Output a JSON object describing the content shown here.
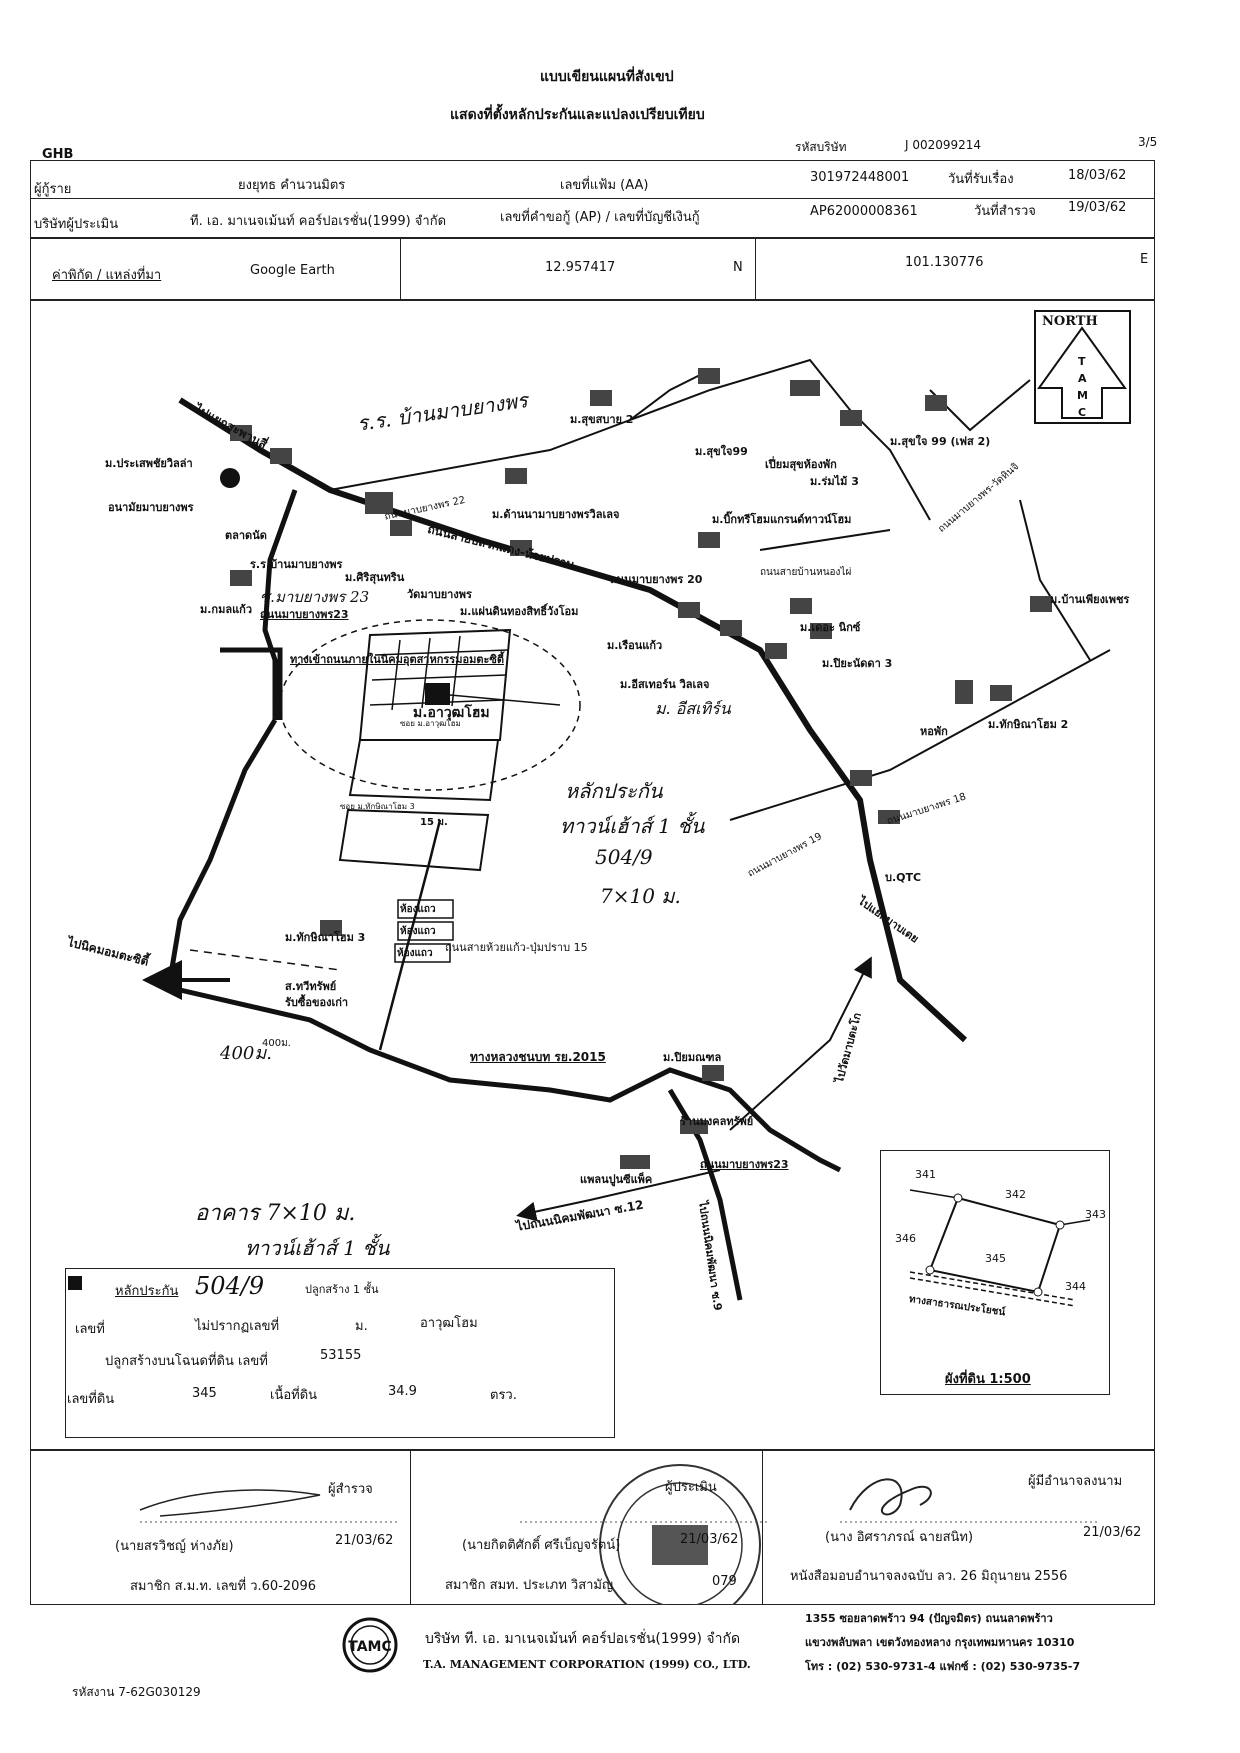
{
  "header": {
    "title": "แบบเขียนแผนที่สังเขป",
    "subtitle": "แสดงที่ตั้งหลักประกันและแปลงเปรียบเทียบ",
    "bank": "GHB",
    "company_code_label": "รหัสบริษัท",
    "company_code": "J 002099214",
    "page": "3/5"
  },
  "info": {
    "borrower_label": "ผู้กู้ราย",
    "borrower": "ยงยุทธ คำนวนมิตร",
    "file_label": "เลขที่แฟ้ม (AA)",
    "file_no": "301972448001",
    "received_label": "วันที่รับเรื่อง",
    "received_date": "18/03/62",
    "appraiser_label": "บริษัทผู้ประเมิน",
    "appraiser": "ที. เอ. มาเนจเม้นท์ คอร์ปอเรชั่น(1999) จำกัด",
    "request_label": "เลขที่คำขอกู้ (AP) / เลขที่บัญชีเงินกู้",
    "request_no": "AP62000008361",
    "survey_label": "วันที่สำรวจ",
    "survey_date": "19/03/62"
  },
  "coords": {
    "label": "ค่าพิกัด / แหล่งที่มา",
    "source": "Google Earth",
    "lat": "12.957417",
    "lat_dir": "N",
    "lon": "101.130776",
    "lon_dir": "E"
  },
  "map": {
    "north": "NORTH",
    "tamc": [
      "T",
      "A",
      "M",
      "C"
    ],
    "labels": {
      "to_ban_chang": "ไปแยกสะพานสี่",
      "prasert": "ม.ประเสพชัยวิลล่า",
      "health": "อนามัยมาบยางพร",
      "market": "ตลาดนัด",
      "school": "ร.ร.บ้านมาบยางพร",
      "siri": "ม.ศิริสุนทริน",
      "temple": "วัดมาบยางพร",
      "kamon": "ม.กมลแก้ว",
      "maenthong": "ม.แผ่นดินทองสิทธิ์วังโอม",
      "ban_mabyangphon": "ม.ด้านนามาบยางพรวิลเลจ",
      "road22": "ถนนมาบยางพร 22",
      "main_road": "ถนนสายปลวกแดง-ห้วยปราบ",
      "road20": "ถนนมาบยางพร 20",
      "road23": "ถนนมาบยางพร23",
      "industrial": "ทางเข้าถนนภายในนิคมอุตสาหกรรมอมตะซิตี้",
      "suksabai2": "ม.สุขสบาย 2",
      "sukjai99": "ม.สุขใจ99",
      "dorm": "เปี่ยมสุขห้องพัก",
      "romrai3": "ม.ร่มไม้ 3",
      "sukjai99p2": "ม.สุขใจ 99 (เฟส 2)",
      "road_wat": "ถนนมาบยางพร-วัดหินจิ",
      "bigtree": "ม.บิ๊กทรีโฮมแกรนด์ทาวน์โฮม",
      "local_road": "ถนนสายบ้านหนองไผ่",
      "deonix": "ม.เดอะ นิกซ์",
      "piyanat3": "ม.ปิยะนัดดา 3",
      "ruenkaew": "ม.เรือนแก้ว",
      "eastern": "ม.อีสเทอร์น วิลเลจ",
      "baanphiang": "ม.บ้านเพียงเพชร",
      "dorm2": "หอพัก",
      "phakdee2": "ม.ทักษิณาโฮม 2",
      "aravut": "ม.อาวุฒโฮม",
      "soi_aravut": "ซอย ม.อาวุฒโฮม",
      "soi_thak": "ซอย ม.ทักษิณาโฮม 3",
      "dist_15": "15 ม.",
      "thak3": "ม.ทักษิณาโฮม 3",
      "road19": "ถนนมาบยางพร 19",
      "road18": "ถนนมาบยางพร 18",
      "qtc": "บ.QTC",
      "to_mab": "ไปแยกมาบเตย",
      "to_amata": "ไปนิคมอมตะซิตี้",
      "shop": "ส.ทวีทรัพย์",
      "shop2": "รับซื้อของเก่า",
      "dist_400": "400ม.",
      "row_house": "ห้องแถว",
      "hway_road": "ถนนสายห้วยแก้ว-ปุ่มปราบ 15",
      "rural_road": "ทางหลวงชนบท รย.2015",
      "to_khao": "ไปวัดมาบตะโก",
      "piyamon": "ม.ปิยมณฑล",
      "mongkol": "ร้านมงคลทรัพย์",
      "road23b": "ถนนมาบยางพร23",
      "plant": "แพลนปูนซีแพ็ค",
      "to_phatthana": "ไปถนนนิคมพัฒนา ซ.12",
      "to_industry": "ไปถนนนิคมพัฒนา ซ.9"
    },
    "handwriting": {
      "school": "ร.ร. บ้านมาบยางพร",
      "soi23": "ซ.มาบยางพร 23",
      "collateral": "หลักประกัน",
      "type": "ทาวน์เฮ้าส์ 1 ชั้น",
      "number": "504/9",
      "size": "7×10 ม.",
      "eastern": "ม. อีสเทิร์น",
      "building": "อาคาร 7×10 ม.",
      "building_type": "ทาวน์เฮ้าส์ 1 ชั้น",
      "distance": "400ม."
    }
  },
  "collateral": {
    "label": "หลักประกัน",
    "number_hand": "504/9",
    "type": "ปลูกสร้าง 1 ชั้น",
    "no_label": "เลขที่",
    "no_value": "ไม่ปรากฏเลขที่",
    "village_label": "ม.",
    "village": "อาวุฒโฮม",
    "deed_label": "ปลูกสร้างบนโฉนดที่ดิน เลขที่",
    "deed_no": "53155",
    "land_no_label": "เลขที่ดิน",
    "land_no": "345",
    "area_label": "เนื้อที่ดิน",
    "area": "34.9",
    "area_unit": "ตรว."
  },
  "plot": {
    "title": "ผังที่ดิน 1:500",
    "road": "ทางสาธารณประโยชน์",
    "parcels": [
      "341",
      "342",
      "343",
      "346",
      "345",
      "344"
    ]
  },
  "signatures": {
    "surveyor_role": "ผู้สำรวจ",
    "surveyor_name": "(นายสรวิชญ์ ห่างภัย)",
    "surveyor_date": "21/03/62",
    "surveyor_member": "สมาชิก ส.ม.ท. เลขที่ ว.60-2096",
    "appraiser_role": "ผู้ประเมิน",
    "appraiser_name": "(นายกิตติศักดิ์ ศรีเบ็ญจรัตน์)",
    "appraiser_date": "21/03/62",
    "appraiser_member": "สมาชิก สมท. ประเภท วิสามัญ",
    "appraiser_member_no": "079",
    "authorized_role": "ผู้มีอำนาจลงนาม",
    "authorized_name": "(นาง อิศราภรณ์ ฉายสนิท)",
    "authorized_date": "21/03/62",
    "authorized_note": "หนังสือมอบอำนาจลงฉบับ ลว. 26 มิถุนายน 2556"
  },
  "footer": {
    "company_th": "บริษัท ที. เอ. มาเนจเม้นท์ คอร์ปอเรชั่น(1999) จำกัด",
    "company_en": "T.A. MANAGEMENT CORPORATION (1999) CO., LTD.",
    "address1": "1355 ซอยลาดพร้าว 94 (ปัญจมิตร) ถนนลาดพร้าว",
    "address2": "แขวงพลับพลา เขตวังทองหลาง กรุงเทพมหานคร 10310",
    "phone": "โทร : (02) 530-9731-4 แฟกซ์ : (02) 530-9735-7",
    "staff_code": "รหัสงาน 7-62G030129",
    "logo": "TAMC"
  }
}
